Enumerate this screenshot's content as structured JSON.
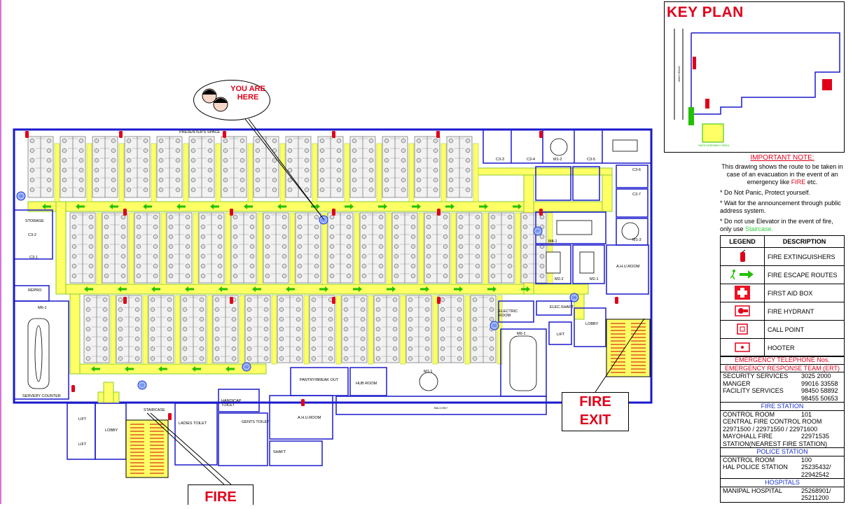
{
  "key_plan": {
    "title": "KEY PLAN",
    "main_road": "MAIN ROAD",
    "safe_assembly": "SAFE ASSEMBLY AREA"
  },
  "you_are_here": "YOU ARE HERE",
  "fire_exit": {
    "word1": "FIRE",
    "word2": "EXIT"
  },
  "fire_bottom": "FIRE",
  "notes": {
    "heading": "IMPORTANT NOTE:",
    "intro_a": "This drawing shows the route to be taken in case of an evacuation in the event of an emergency like",
    "intro_fire": "FIRE",
    "intro_b": "etc.",
    "item1": "* Do Not Panic, Protect yourself.",
    "item2": "* Wait for the announcement through public address system.",
    "item3_a": "* Do not use Elevator in the event of fire, only use",
    "item3_staircase": "Staircase."
  },
  "legend": {
    "col1": "LEGEND",
    "col2": "DESCRIPTION",
    "items": [
      {
        "icon": "fire-extinguisher-icon",
        "label": "FIRE EXTINGUISHERS"
      },
      {
        "icon": "fire-escape-route-icon",
        "label": "FIRE ESCAPE ROUTES"
      },
      {
        "icon": "first-aid-box-icon",
        "label": "FIRST AID BOX"
      },
      {
        "icon": "fire-hydrant-icon",
        "label": "FIRE HYDRANT"
      },
      {
        "icon": "call-point-icon",
        "label": "CALL POINT"
      },
      {
        "icon": "hooter-icon",
        "label": "HOOTER"
      }
    ]
  },
  "emergency": {
    "h1": "EMERGENCY TELEPHONE Nos.",
    "h2": "EMERGENCY RESPONSE TEAM (ERT)",
    "ert": [
      {
        "name": "SECURITY SERVICES",
        "value": "3025 2000"
      },
      {
        "name": "MANGER",
        "value": "99016 33558"
      },
      {
        "name": "FACILITY SERVICES",
        "value": "98450 58892"
      },
      {
        "name": "",
        "value": "98455 50653"
      }
    ],
    "fire_station_heading": "FIRE STATION",
    "control_room": "CONTROL ROOM",
    "control_room_no": "101",
    "central_fire": "CENTRAL FIRE CONTROL ROOM",
    "central_fire_nos": "22971500 / 22971550 / 22971600",
    "mayohall_a": "MAYOHALL FIRE",
    "mayohall_no": "22971535",
    "mayohall_b": "STATION(NEAREST FIRE STATION)",
    "police_heading": "POLICE STATION",
    "police_control": "CONTROL ROOM",
    "police_control_no": "100",
    "hal_police": "HAL POLICE STATION",
    "hal_police_no": "25235432/",
    "hal_police_no2": "22942542",
    "hospitals_heading": "HOSPITALS",
    "manipal": "MANIPAL HOSPITAL",
    "manipal_no": "25268901/",
    "manipal_no2": "25211200"
  },
  "rooms": {
    "presenters_space": "PRESENTER'S SPACE",
    "storage": "STORAGE",
    "c3_2": "C3-2",
    "c3_1": "C3-1",
    "repro": "REPRO",
    "m6_1_left": "M6-1",
    "servery_counter": "SERVERY COUNTER",
    "lift": "LIFT",
    "lobby": "LOBBY",
    "staircase": "STAIRCASE",
    "ladies_toilet": "LADIES TOILET",
    "handicap_toilet": "HANDICAP TOILET",
    "gents_toilet": "GENTS TOILET",
    "ahu_room": "A.H.U.ROOM",
    "shaft": "SHAFT",
    "pantry": "PANTRY/BREAK OUT",
    "hub_room": "HUB ROOM",
    "balcony": "BALCONY",
    "electric_room": "ELECTRIC ROOM",
    "elec_shaft": "ELEC.SHAFT",
    "m6_1_right": "M6-1",
    "lift_right": "LIFT",
    "lobby_right": "LOBBY",
    "ahu_room_right": "A.H.U.ROOM",
    "m4_1": "M4-1",
    "m2_2": "M2-2",
    "m2_1": "M2-1",
    "m1_3": "M1-3",
    "c3_7": "C3-7",
    "c3_6": "C3-6",
    "c3_3": "C3-3",
    "c3_4": "C3-4",
    "c3_5": "C3-5",
    "m1_2": "M1-2",
    "m1_1": "M1-1"
  },
  "markers": [
    "01",
    "02",
    "03",
    "04",
    "05",
    "06",
    "07"
  ],
  "colors": {
    "escape_route": "#ffff66",
    "escape_arrow": "#22c000",
    "fire_red": "#e0001a",
    "wall_blue": "#1a1acc",
    "first_aid_red": "#ee1122"
  }
}
